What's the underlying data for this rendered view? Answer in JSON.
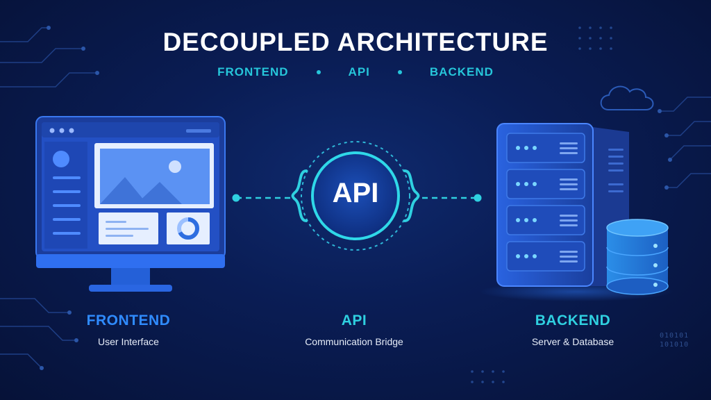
{
  "header": {
    "title": "DECOUPLED ARCHITECTURE",
    "subtitle_items": [
      "FRONTEND",
      "API",
      "BACKEND"
    ]
  },
  "nodes": {
    "frontend": {
      "heading": "FRONTEND",
      "description": "User Interface",
      "icon": "monitor-icon"
    },
    "api": {
      "badge": "API",
      "heading": "API",
      "description": "Communication Bridge",
      "icon": "api-circle-icon"
    },
    "backend": {
      "heading": "BACKEND",
      "description": "Server & Database",
      "icon": "server-database-icon"
    }
  },
  "decor": {
    "binary_lines": [
      "010101",
      "101010"
    ]
  },
  "colors": {
    "background": "#0a1d55",
    "accent_cyan": "#26c6da",
    "accent_blue": "#2f8bff",
    "title": "#ffffff"
  }
}
